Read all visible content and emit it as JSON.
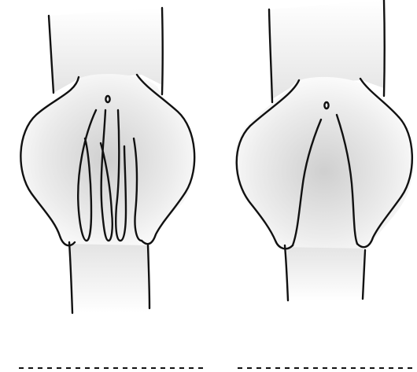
{
  "figures": [
    {
      "name": "left-figure",
      "inner_folds": 4,
      "has_small_hole": true
    },
    {
      "name": "right-figure",
      "inner_folds": 2,
      "has_small_hole": true
    }
  ],
  "answer_lines": 2,
  "colors": {
    "ink": "#111111",
    "fill_center": "#d8d8d8",
    "fill_edge": "#ffffff",
    "background": "#ffffff"
  }
}
